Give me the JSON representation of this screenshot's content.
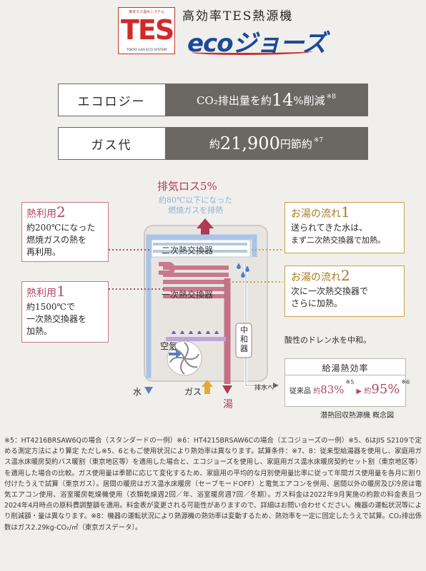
{
  "header": {
    "tes_logo": {
      "top_text": "東京ガス温水システム",
      "letters": "TES",
      "bottom_text": "TOKYO GAS ECO SYSTEM"
    },
    "title": "高効率TES熱源機",
    "eco_logo": "ecoジョーズ"
  },
  "bars": {
    "ecology": {
      "label": "エコロジー",
      "pre": "CO₂排出量を約",
      "value": "14",
      "unit": "%削減",
      "note": "※8"
    },
    "gas": {
      "label": "ガス代",
      "pre": "約",
      "value": "21,900",
      "unit": "円節約",
      "note": "※7"
    }
  },
  "diagram": {
    "exhaust_title": "排気ロス5%",
    "exhaust_sub_line1": "約80℃以下になった",
    "exhaust_sub_line2": "燃焼ガスを排熱",
    "heat2": {
      "title_pre": "熱利用",
      "title_num": "2",
      "line1": "約200℃になった",
      "line2": "燃焼ガスの熱を",
      "line3": "再利用。"
    },
    "heat1": {
      "title_pre": "熱利用",
      "title_num": "1",
      "line1": "約1500℃で",
      "line2": "一次熱交換器を",
      "line3": "加熱。"
    },
    "flow1": {
      "title_pre": "お湯の流れ",
      "title_num": "1",
      "line1": "送られてきた水は、",
      "line2": "まず二次熱交換器で加熱。"
    },
    "flow2": {
      "title_pre": "お湯の流れ",
      "title_num": "2",
      "line1": "次に一次熱交換器で",
      "line2": "さらに加熱。"
    },
    "drain_note": "酸性のドレン水を中和。",
    "secondary_hx": "二次熱交換器",
    "primary_hx": "一次熱交換器",
    "neutralizer": [
      "中",
      "和",
      "器"
    ],
    "air": "空気",
    "water": "水",
    "gas": "ガス",
    "hot_water": "湯",
    "drain_out": "排水へ"
  },
  "efficiency": {
    "title": "給湯熱効率",
    "conventional_label": "従来品",
    "conventional_value_pre": "約",
    "conventional_value": "83%",
    "conventional_note": "※5",
    "new_value_pre": "約",
    "new_value": "95%",
    "new_note": "※6"
  },
  "caption": "潜熱回収熱源機 概念図",
  "footnote": "※5：HT4216BRSAW6Qの場合（スタンダードの一例）※6：HT4215BRSAW6Cの場合（エコジョーズの一例）※5、6はJIS S2109で定める測定方法により算定 ただし※5、6ともご使用状況により熱効率は異なります。試算条件：※7、8：従来型給湯器を使用し、家庭用ガス温水床暖房契約バス暖割（東京地区等）を適用した場合と、エコジョーズを使用し、家庭用ガス温水床暖房契約セット割（東京地区等）を適用した場合の比較。ガス使用量は季節に応じて変化するため、家庭用の平均的な月別使用量比率に従って年間ガス使用量を各月に割り付けたうえで試算（東京ガス）。居間の暖房はガス温水床暖房（セーブモードOFF）と電気エアコンを併用、居間以外の暖房及び冷房は電気エアコン使用、浴室暖房乾燥機使用（衣類乾燥週2回／年、浴室暖房週7回／冬期）。ガス料金は2022年9月実施の約款の料金表且つ2024年4月時点の原料費調整額を適用。料金表が変更される可能性がありますので、詳細はお問い合わせください。機器の運転状況等により削減額・量は異なります。※8：機器の運転状況により熱源機の熱効率は変動するため、熱効率を一定に固定したうえで試算。CO₂排出係数はガス2.29kg-CO₂/㎥（東京ガスデータ）。",
  "colors": {
    "red": "#d12a2a",
    "pink": "#b04a62",
    "gold": "#a57a20",
    "blue": "#1a4a9a",
    "bar_dark": "#6b6863"
  }
}
